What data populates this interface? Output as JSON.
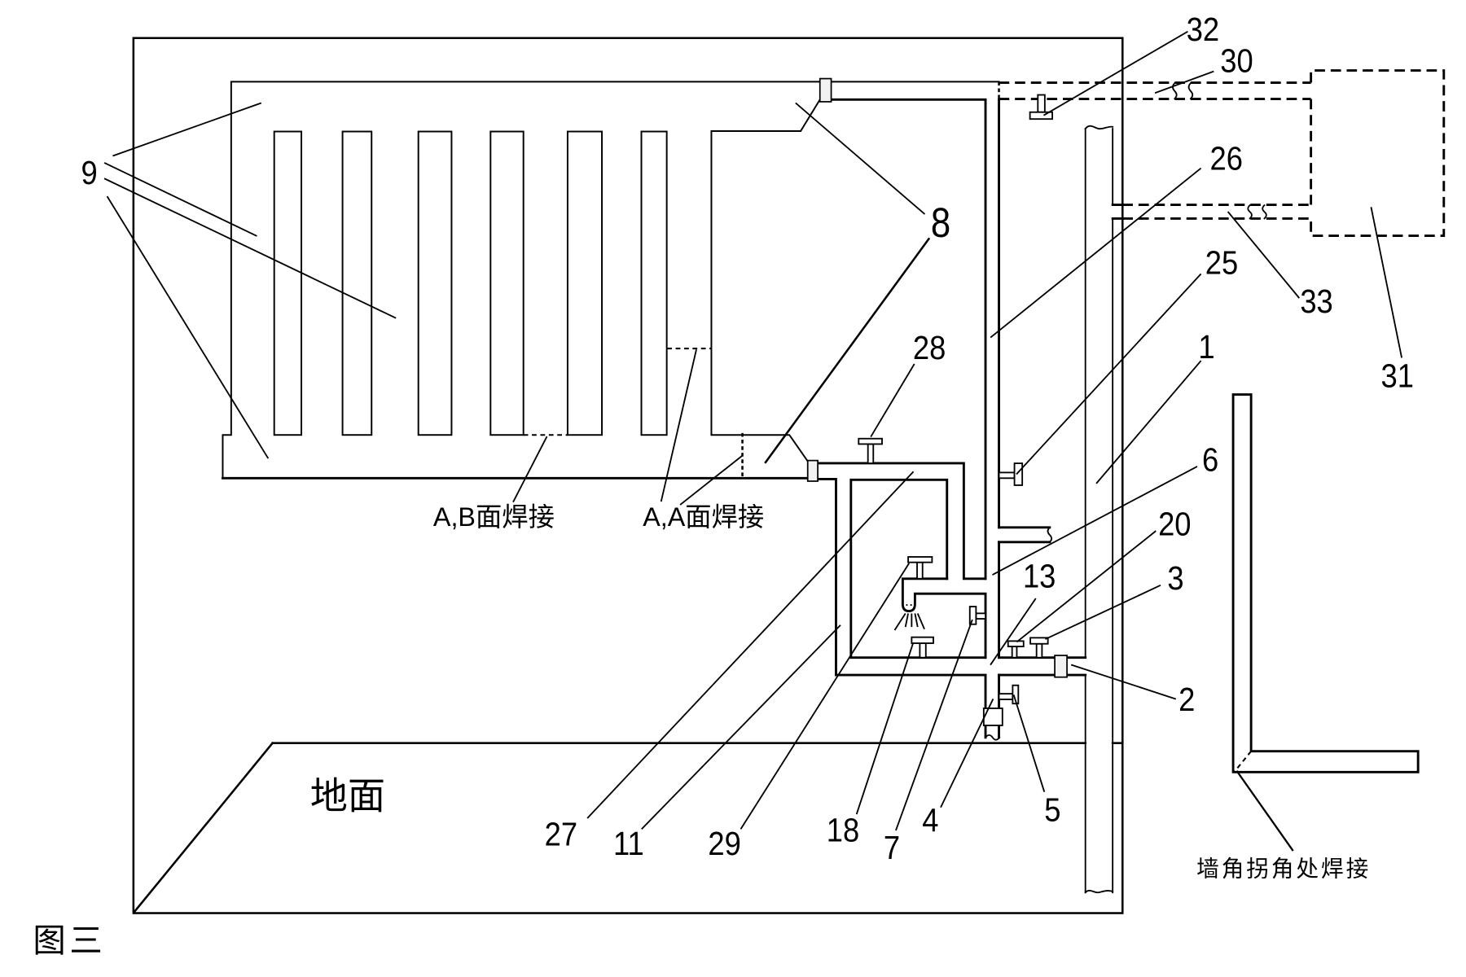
{
  "figure": {
    "caption": "图三",
    "floor_label": "地面",
    "weld_notes": {
      "ab_face": "A,B面焊接",
      "aa_face": "A,A面焊接",
      "wall_corner": "墙角拐角处焊接"
    },
    "callouts": {
      "c1": "1",
      "c2": "2",
      "c3": "3",
      "c4": "4",
      "c5": "5",
      "c6": "6",
      "c7": "7",
      "c8": "8",
      "c9": "9",
      "c11": "11",
      "c13": "13",
      "c18": "18",
      "c20": "20",
      "c25": "25",
      "c26": "26",
      "c27": "27",
      "c28": "28",
      "c29": "29",
      "c30": "30",
      "c31": "31",
      "c32": "32",
      "c33": "33"
    },
    "colors": {
      "line": "#000000",
      "background": "#ffffff"
    }
  }
}
